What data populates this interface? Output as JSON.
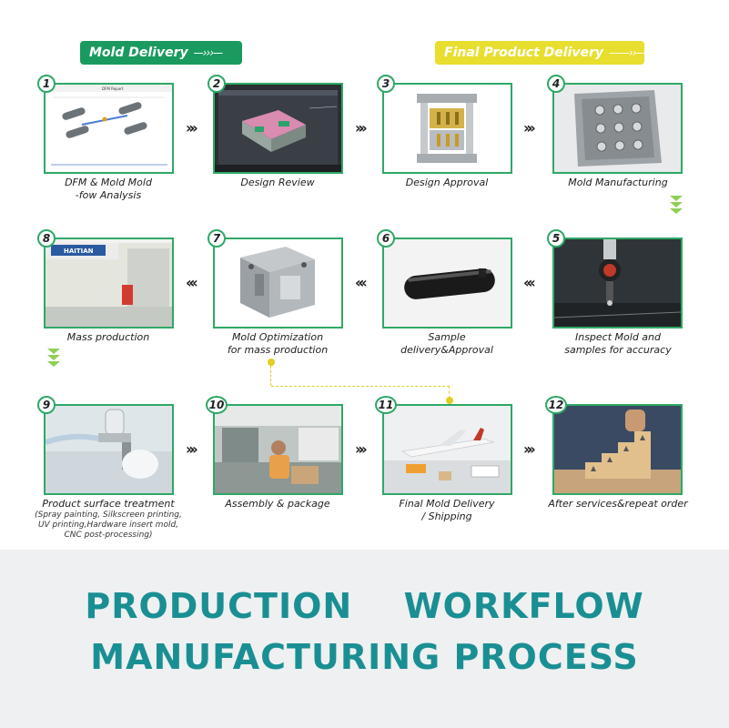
{
  "phases": {
    "mold_delivery": "Mold Delivery",
    "final_product_delivery": "Final Product Delivery"
  },
  "steps": [
    {
      "number": "1",
      "caption": [
        "DFM & Mold Mold",
        "-fow Analysis"
      ]
    },
    {
      "number": "2",
      "caption": [
        "Design Review"
      ]
    },
    {
      "number": "3",
      "caption": [
        "Design Approval"
      ]
    },
    {
      "number": "4",
      "caption": [
        "Mold Manufacturing"
      ]
    },
    {
      "number": "5",
      "caption": [
        "Inspect Mold and",
        "samples for accuracy"
      ]
    },
    {
      "number": "6",
      "caption": [
        "Sample",
        "delivery&Approval"
      ]
    },
    {
      "number": "7",
      "caption": [
        "Mold Optimization",
        "for mass production"
      ]
    },
    {
      "number": "8",
      "caption": [
        "Mass production"
      ]
    },
    {
      "number": "9",
      "caption": [
        "Product surface treatment"
      ],
      "sub": [
        "(Spray painting, Silkscreen printing,",
        "UV printing,Hardware insert mold,",
        "CNC post-processing)"
      ]
    },
    {
      "number": "10",
      "caption": [
        "Assembly & package"
      ]
    },
    {
      "number": "11",
      "caption": [
        "Final Mold Delivery",
        "/ Shipping"
      ]
    },
    {
      "number": "12",
      "caption": [
        "After services&repeat order"
      ]
    }
  ],
  "screenshot_text": {
    "dfm_report": "DFM Report",
    "machine_brand": "HAITIAN"
  },
  "headline": {
    "line1": "PRODUCTION  WORKFLOW",
    "line2": "MANUFACTURING PROCESS"
  },
  "colors": {
    "green": "#2fa866",
    "pill_green": "#1a9a5f",
    "pill_yellow": "#e8de2e",
    "headline_teal": "#1a8f93",
    "dashed_yellow": "#e0cf22"
  }
}
